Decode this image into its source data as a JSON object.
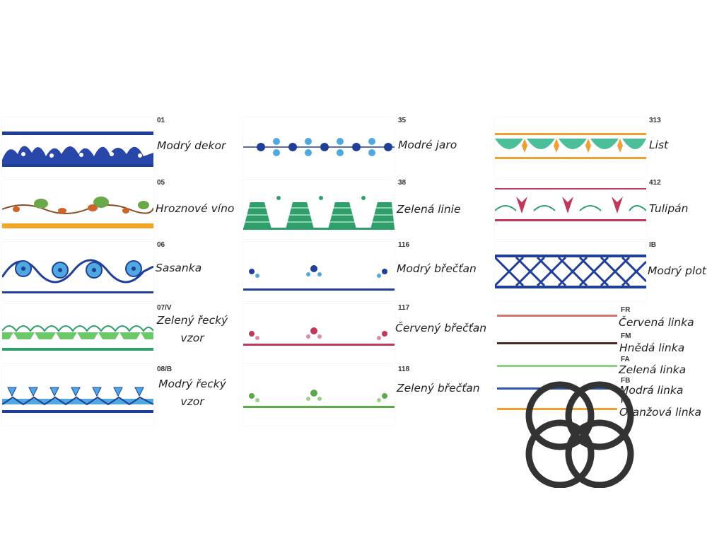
{
  "patterns": [
    {
      "code": "01",
      "name": "Modrý dekor"
    },
    {
      "code": "05",
      "name": "Hroznové víno"
    },
    {
      "code": "06",
      "name": "Sasanka"
    },
    {
      "code": "07/V",
      "name_line1": "Zelený řecký",
      "name_line2": "vzor"
    },
    {
      "code": "08/B",
      "name_line1": "Modrý řecký",
      "name_line2": "vzor"
    },
    {
      "code": "35",
      "name": "Modré jaro"
    },
    {
      "code": "38",
      "name": "Zelená linie"
    },
    {
      "code": "116",
      "name": "Modrý břečťan"
    },
    {
      "code": "117",
      "name": "Červený břečťan"
    },
    {
      "code": "118",
      "name": "Zelený břečťan"
    },
    {
      "code": "313",
      "name": "List"
    },
    {
      "code": "412",
      "name": "Tulipán"
    },
    {
      "code": "IB",
      "name": "Modrý plot"
    }
  ],
  "lines": [
    {
      "code": "FR",
      "name": "Červená linka",
      "color": "#d0766e"
    },
    {
      "code": "FM",
      "name": "Hnědá linka",
      "color": "#4a2a26"
    },
    {
      "code": "FA",
      "name": "Zelená linka",
      "color": "#8fcf86"
    },
    {
      "code": "FB",
      "name": "Modrá linka",
      "color": "#2b55a8"
    },
    {
      "code": "FO",
      "name": "Oranžová linka",
      "color": "#f0a030"
    }
  ],
  "colors": {
    "blue": "#1f3f9a",
    "light_blue": "#4fa9de",
    "green": "#2e9e6a",
    "red": "#c0395a",
    "orange": "#f0a030",
    "teal": "#4cbf9a"
  },
  "logo": {
    "icon": "interlocking-circles-logo",
    "color": "#333333"
  }
}
